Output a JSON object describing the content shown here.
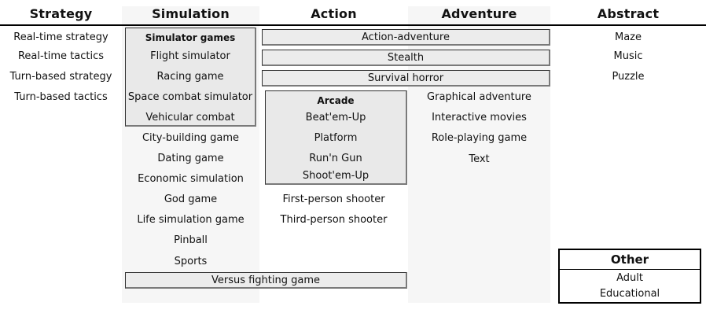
{
  "columns": [
    {
      "id": "strategy",
      "title": "Strategy",
      "items": [
        "Real-time strategy",
        "Real-time tactics",
        "Turn-based strategy",
        "Turn-based tactics"
      ]
    },
    {
      "id": "simulation",
      "title": "Simulation",
      "group": {
        "title": "Simulator games",
        "items": [
          "Flight simulator",
          "Racing game",
          "Space combat simulator",
          "Vehicular combat"
        ]
      },
      "items": [
        "City-building game",
        "Dating game",
        "Economic simulation",
        "God game",
        "Life simulation game",
        "Pinball",
        "Sports"
      ]
    },
    {
      "id": "action",
      "title": "Action",
      "banners": [
        "Action-adventure",
        "Stealth",
        "Survival horror"
      ],
      "group": {
        "title": "Arcade",
        "items": [
          "Beat'em-Up",
          "Platform",
          "Run'n Gun",
          "Shoot'em-Up"
        ]
      },
      "items": [
        "First-person shooter",
        "Third-person shooter"
      ]
    },
    {
      "id": "adventure",
      "title": "Adventure",
      "items": [
        "Graphical adventure",
        "Interactive movies",
        "Role-playing game",
        "Text"
      ]
    },
    {
      "id": "abstract",
      "title": "Abstract",
      "items": [
        "Maze",
        "Music",
        "Puzzle"
      ]
    }
  ],
  "wide_banner": "Versus fighting game",
  "other": {
    "title": "Other",
    "items": [
      "Adult",
      "Educational"
    ]
  },
  "colors": {
    "page_background": "#ffffff",
    "column_tint": "#f6f6f6",
    "box_fill": "#e9e9e9",
    "banner_fill": "#ececec",
    "border_dark": "#303030",
    "border_light": "#7a7a7a",
    "rule": "#000000",
    "text": "#111111"
  }
}
